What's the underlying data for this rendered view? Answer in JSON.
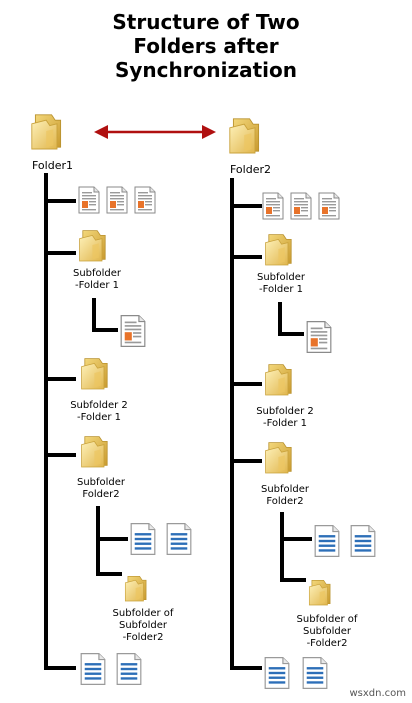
{
  "title": {
    "line1": "Structure of Two",
    "line2": "Folders after",
    "line3": "Synchronization"
  },
  "folder1": {
    "root_label": "Folder1",
    "sub1": {
      "line1": "Subfolder",
      "line2": "-Folder 1"
    },
    "sub2": {
      "line1": "Subfolder 2",
      "line2": "-Folder 1"
    },
    "sub3": {
      "line1": "Subfolder",
      "line2": "Folder2"
    },
    "sub4": {
      "line1": "Subfolder of",
      "line2": "Subfolder",
      "line3": "-Folder2"
    }
  },
  "folder2": {
    "root_label": "Folder2",
    "sub1": {
      "line1": "Subfolder",
      "line2": "-Folder 1"
    },
    "sub2": {
      "line1": "Subfolder 2",
      "line2": "-Folder 1"
    },
    "sub3": {
      "line1": "Subfolder",
      "line2": "Folder2"
    },
    "sub4": {
      "line1": "Subfolder of",
      "line2": "Subfolder",
      "line3": "-Folder2"
    }
  },
  "watermark": "wsxdn.com",
  "colors": {
    "arrow": "#b01010",
    "folder_light": "#f8e39a",
    "folder_dark": "#d9b24a",
    "doc_orange": "#e8732a",
    "doc_blue": "#2d6fb8",
    "line": "#000000"
  }
}
